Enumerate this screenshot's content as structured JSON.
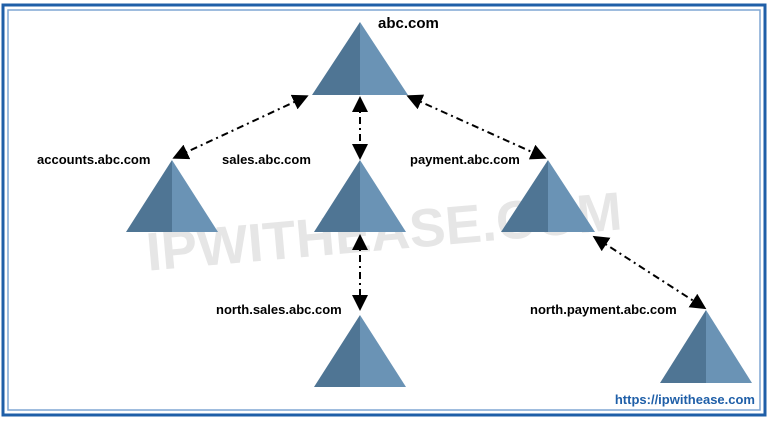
{
  "colors": {
    "frame": "#1f5fa8",
    "tri_left": "#4f7594",
    "tri_right": "#6a93b5",
    "arrow": "#000000",
    "url": "#1f5fa8",
    "watermark": "#e6e6e6"
  },
  "nodes": [
    {
      "id": "root",
      "label": "abc.com"
    },
    {
      "id": "accounts",
      "label": "accounts.abc.com"
    },
    {
      "id": "sales",
      "label": "sales.abc.com"
    },
    {
      "id": "payment",
      "label": "payment.abc.com"
    },
    {
      "id": "north-sales",
      "label": "north.sales.abc.com"
    },
    {
      "id": "north-payment",
      "label": "north.payment.abc.com"
    }
  ],
  "edges": [
    {
      "from": "root",
      "to": "accounts",
      "style": "dash-dot",
      "arrows": "both"
    },
    {
      "from": "root",
      "to": "sales",
      "style": "dash-dot",
      "arrows": "both"
    },
    {
      "from": "root",
      "to": "payment",
      "style": "dash-dot",
      "arrows": "both"
    },
    {
      "from": "sales",
      "to": "north-sales",
      "style": "dash-dot",
      "arrows": "both"
    },
    {
      "from": "payment",
      "to": "north-payment",
      "style": "dash-dot",
      "arrows": "both"
    }
  ],
  "watermark": "IPWITHEASE.COM",
  "url": "https://ipwithease.com"
}
